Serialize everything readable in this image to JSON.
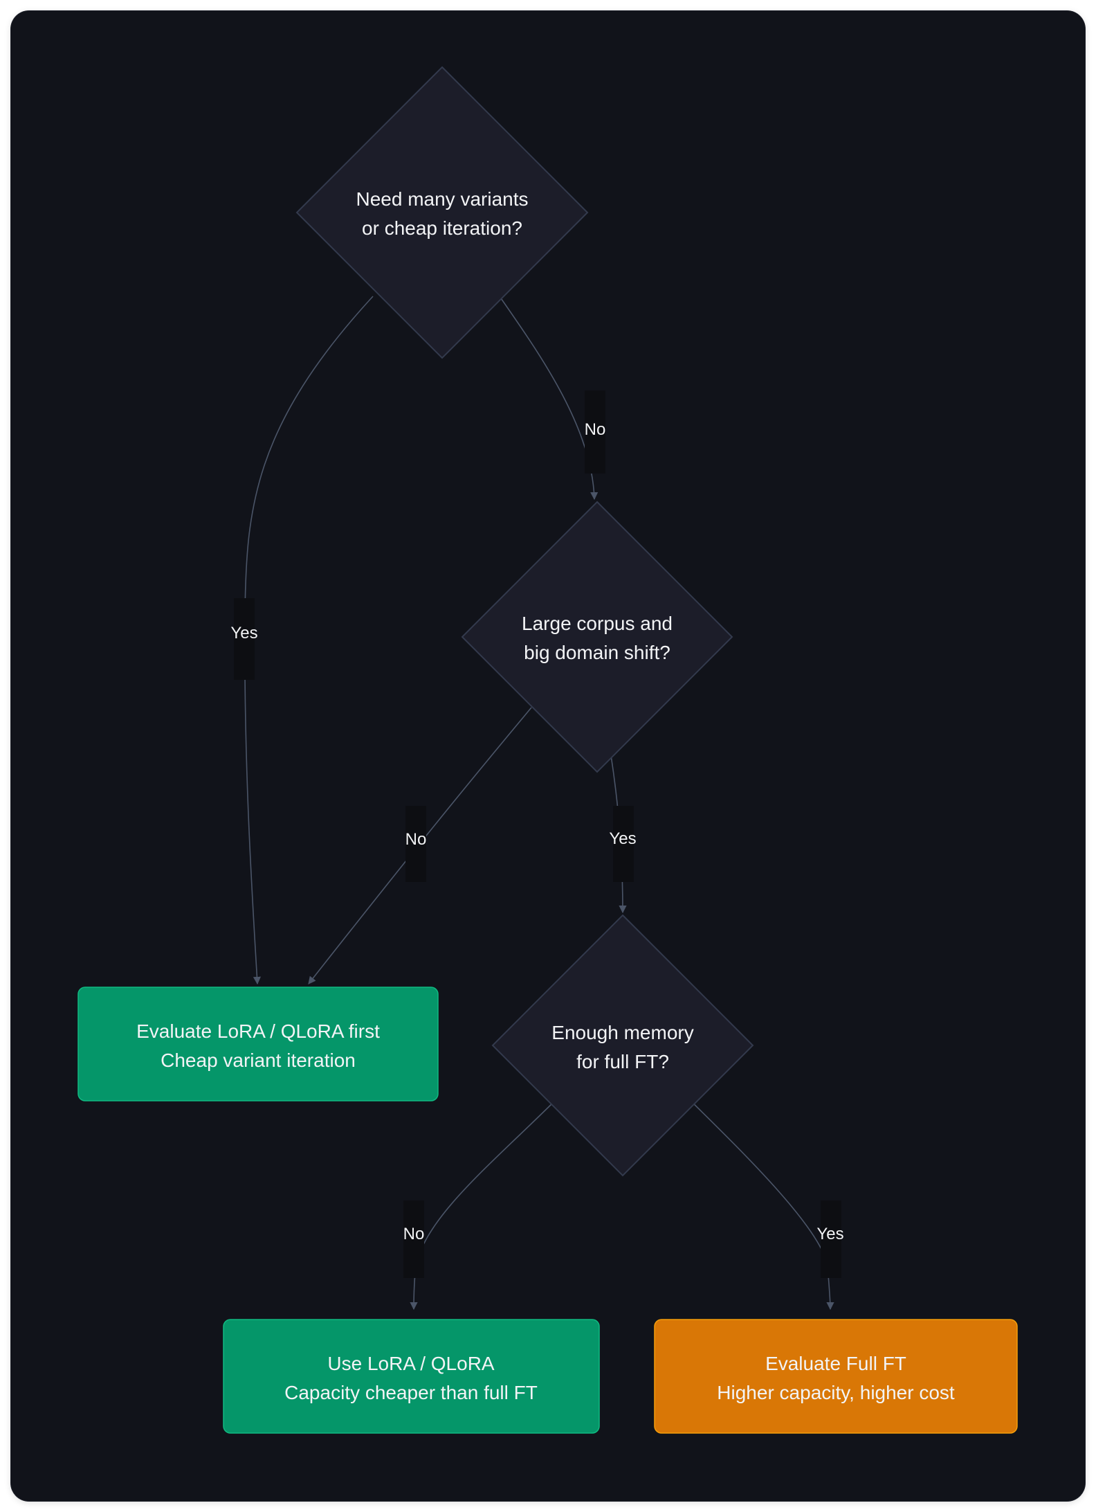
{
  "colors": {
    "background": "#11131a",
    "decision_fill": "#1c1d29",
    "decision_stroke": "#333a4d",
    "edge": "#4b5568",
    "label_bg": "#0d0e12",
    "green": "#059669",
    "orange": "#d97706",
    "text": "#f3f4f6"
  },
  "nodes": {
    "decision_variants": {
      "line1": "Need many variants",
      "line2": "or cheap iteration?"
    },
    "decision_corpus": {
      "line1": "Large corpus and",
      "line2": "big domain shift?"
    },
    "decision_memory": {
      "line1": "Enough memory",
      "line2": "for full FT?"
    },
    "eval_lora": {
      "line1": "Evaluate LoRA / QLoRA first",
      "line2": "Cheap variant iteration"
    },
    "use_lora": {
      "line1": "Use LoRA / QLoRA",
      "line2": "Capacity cheaper than full FT"
    },
    "eval_full": {
      "line1": "Evaluate Full FT",
      "line2": "Higher capacity, higher cost"
    }
  },
  "edges": {
    "variants_no": "No",
    "variants_yes": "Yes",
    "corpus_no": "No",
    "corpus_yes": "Yes",
    "memory_no": "No",
    "memory_yes": "Yes"
  }
}
